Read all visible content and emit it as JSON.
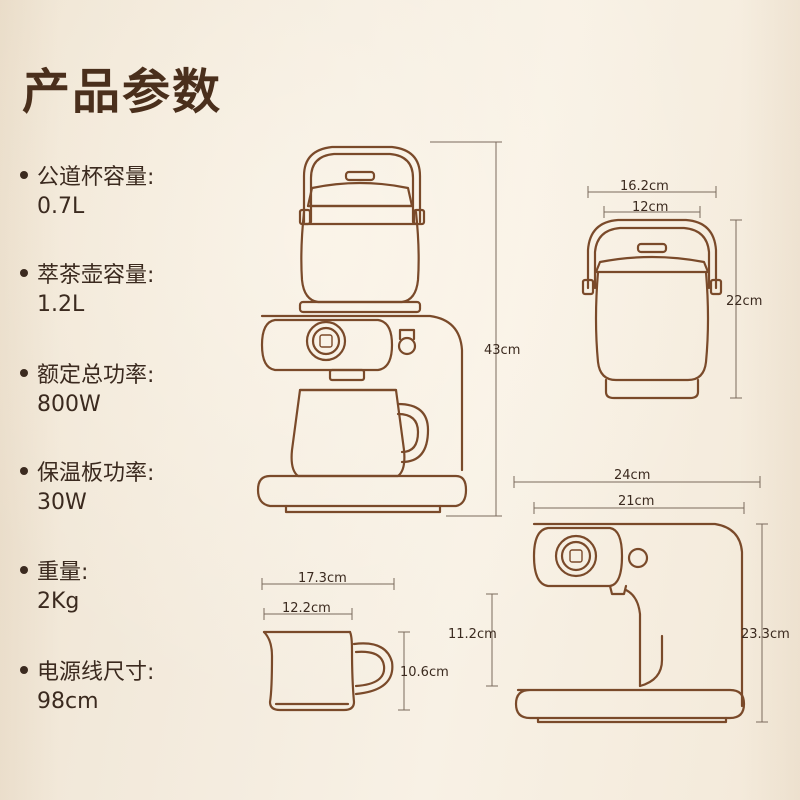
{
  "title": "产品参数",
  "specs": [
    {
      "label": "公道杯容量:",
      "value": "0.7L"
    },
    {
      "label": "萃茶壶容量:",
      "value": "1.2L"
    },
    {
      "label": "额定总功率:",
      "value": "800W"
    },
    {
      "label": "保温板功率:",
      "value": "30W"
    },
    {
      "label": "重量:",
      "value": "2Kg"
    },
    {
      "label": "电源线尺寸:",
      "value": "98cm"
    }
  ],
  "dimensions": {
    "machine_height": "43cm",
    "pot_width_outer": "16.2cm",
    "pot_width_inner": "12cm",
    "pot_height": "22cm",
    "base_width_outer": "24cm",
    "base_width_inner": "21cm",
    "base_height_inner": "11.2cm",
    "base_height_outer": "23.3cm",
    "cup_width_outer": "17.3cm",
    "cup_width_inner": "12.2cm",
    "cup_height": "10.6cm"
  },
  "colors": {
    "outline": "#7a4a2a",
    "text": "#3b2a1f",
    "title": "#4a2f1c"
  }
}
